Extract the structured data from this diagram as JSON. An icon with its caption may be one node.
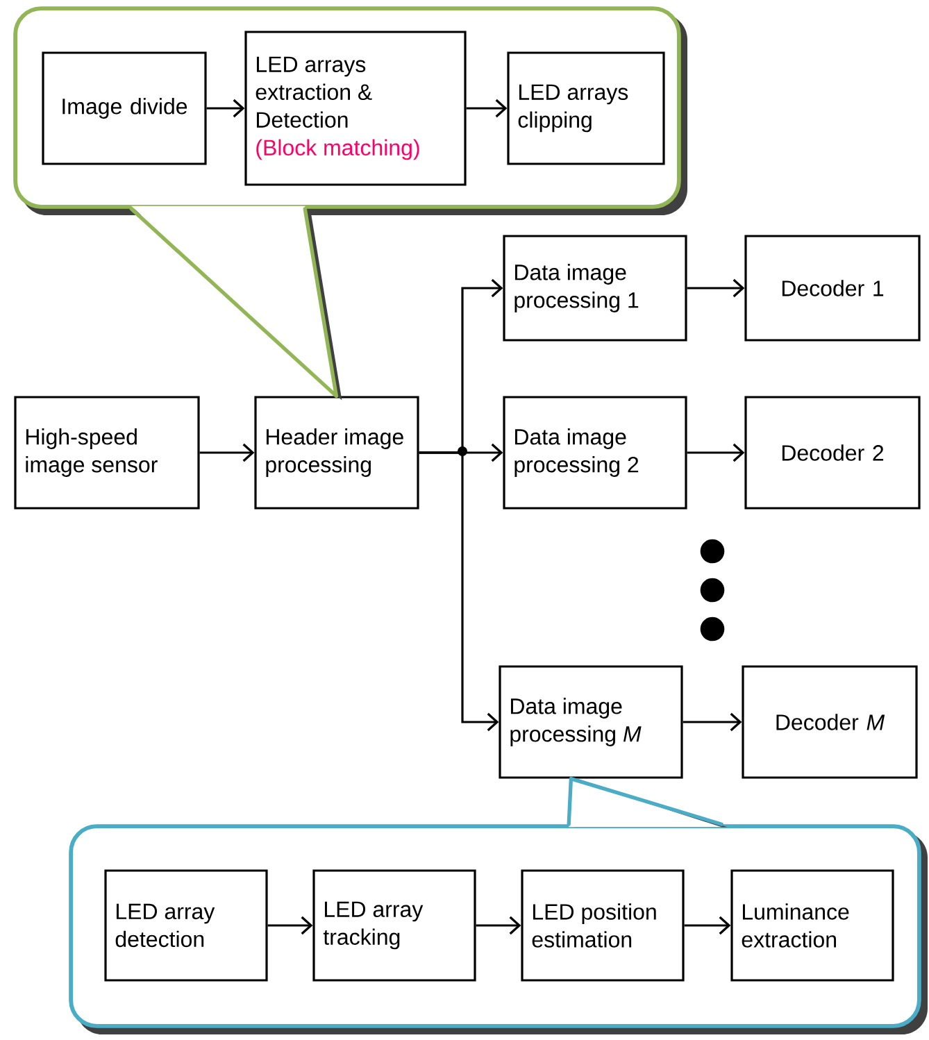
{
  "diagram": {
    "nodes": [
      {
        "text": [],
        "shape": "callout"
      },
      {
        "text": [
          "Image divide"
        ],
        "in": 0
      },
      {
        "text": [
          "LED arrays extraction & Detection",
          "(Block matching)"
        ],
        "in": 0
      },
      {
        "text": [
          "LED arrays clipping"
        ],
        "in": 0
      },
      {
        "text": [
          "High-speed image sensor"
        ]
      },
      {
        "text": [
          "Header image processing"
        ]
      },
      {
        "text": [
          "Data image processing 1"
        ]
      },
      {
        "text": [
          "Decoder 1"
        ]
      },
      {
        "text": [
          "Data image processing 2"
        ]
      },
      {
        "text": [
          "Decoder 2"
        ]
      },
      {
        "text": [
          "Data image processing *M*"
        ]
      },
      {
        "text": [
          "Decoder *M*"
        ]
      },
      {
        "text": [],
        "shape": "callout"
      },
      {
        "text": [
          "LED array detection"
        ],
        "in": 12
      },
      {
        "text": [
          "LED array tracking"
        ],
        "in": 12
      },
      {
        "text": [
          "LED position estimation"
        ],
        "in": 12
      },
      {
        "text": [
          "Luminance extraction"
        ],
        "in": 12
      }
    ],
    "edges": [
      {
        "from": 1,
        "to": 2,
        "arrow": "to"
      },
      {
        "from": 2,
        "to": 3,
        "arrow": "to"
      },
      {
        "from": 4,
        "to": 5,
        "arrow": "to"
      },
      {
        "from": 5,
        "to": 6,
        "arrow": "to"
      },
      {
        "from": 5,
        "to": 8,
        "arrow": "to"
      },
      {
        "from": 5,
        "to": 10,
        "arrow": "to"
      },
      {
        "from": 6,
        "to": 7,
        "arrow": "to"
      },
      {
        "from": 8,
        "to": 9,
        "arrow": "to"
      },
      {
        "from": 10,
        "to": 11,
        "arrow": "to"
      },
      {
        "from": 13,
        "to": 14,
        "arrow": "to"
      },
      {
        "from": 14,
        "to": 15,
        "arrow": "to"
      },
      {
        "from": 15,
        "to": 16,
        "arrow": "to"
      },
      {
        "from": 0,
        "to": 5,
        "arrow": "none",
        "color": "#92b556"
      },
      {
        "from": 12,
        "to": 10,
        "arrow": "none",
        "color": "#4bacc6"
      }
    ]
  }
}
